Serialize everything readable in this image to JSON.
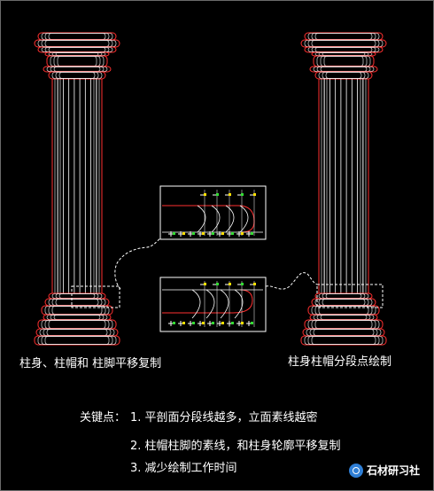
{
  "labels": {
    "left_caption": "柱身、柱帽和 柱脚平移复制",
    "right_caption": "柱身柱帽分段点绘制"
  },
  "notes": {
    "key_points_label": "关键点：",
    "point1": "1. 平剖面分段线越多，立面素线越密",
    "point2": "2. 柱帽柱脚的素线，和柱身轮廓平移复制",
    "point3": "3. 减少绘制工作时间"
  },
  "watermark": {
    "text": "石材研习社",
    "icon": "wechat-logo-icon"
  },
  "colors": {
    "background": "#000000",
    "outline_red": "#ff3030",
    "line_white": "#ffffff",
    "marker_yellow": "#ffe000",
    "marker_green": "#33dd33"
  }
}
